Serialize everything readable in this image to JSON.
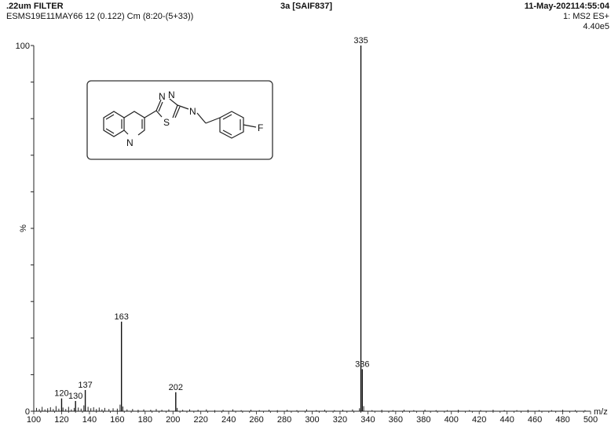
{
  "header": {
    "left_title": ".22um FILTER",
    "scan_info": "ESMS19E11MAY66 12 (0.122) Cm (8:20-(5+33))",
    "sample_id": "3a [SAIF837]",
    "date_time": "11-May-202114:55:04",
    "mode": "1: MS2 ES+",
    "intensity": "4.40e5"
  },
  "structure": {
    "atoms": [
      "N",
      "N",
      "N",
      "S",
      "N",
      "F"
    ]
  },
  "chart_data": {
    "type": "bar",
    "title": "",
    "xlabel": "m/z",
    "ylabel": "%",
    "xlim": [
      100,
      500
    ],
    "ylim": [
      0,
      100
    ],
    "x_ticks": [
      100,
      120,
      140,
      160,
      180,
      200,
      220,
      240,
      260,
      280,
      300,
      320,
      340,
      360,
      380,
      400,
      420,
      440,
      460,
      480,
      500
    ],
    "y_ticks": [
      0,
      100
    ],
    "grid": false,
    "labeled_peaks": [
      {
        "mz": 120,
        "intensity": 3.5,
        "label": "120"
      },
      {
        "mz": 130,
        "intensity": 2.8,
        "label": "130"
      },
      {
        "mz": 137,
        "intensity": 5.8,
        "label": "137"
      },
      {
        "mz": 163,
        "intensity": 24.5,
        "label": "163"
      },
      {
        "mz": 202,
        "intensity": 5.2,
        "label": "202"
      },
      {
        "mz": 335,
        "intensity": 100,
        "label": "335"
      },
      {
        "mz": 336,
        "intensity": 11.5,
        "label": "336"
      }
    ],
    "minor_peaks": [
      {
        "mz": 102,
        "intensity": 0.9
      },
      {
        "mz": 104,
        "intensity": 0.6
      },
      {
        "mz": 106,
        "intensity": 1.2
      },
      {
        "mz": 108,
        "intensity": 0.5
      },
      {
        "mz": 110,
        "intensity": 0.8
      },
      {
        "mz": 112,
        "intensity": 1.1
      },
      {
        "mz": 114,
        "intensity": 0.6
      },
      {
        "mz": 116,
        "intensity": 1.4
      },
      {
        "mz": 118,
        "intensity": 0.7
      },
      {
        "mz": 121,
        "intensity": 1.0
      },
      {
        "mz": 123,
        "intensity": 0.6
      },
      {
        "mz": 125,
        "intensity": 1.2
      },
      {
        "mz": 127,
        "intensity": 0.5
      },
      {
        "mz": 129,
        "intensity": 0.9
      },
      {
        "mz": 132,
        "intensity": 1.0
      },
      {
        "mz": 134,
        "intensity": 0.7
      },
      {
        "mz": 136,
        "intensity": 1.6
      },
      {
        "mz": 139,
        "intensity": 1.2
      },
      {
        "mz": 141,
        "intensity": 0.8
      },
      {
        "mz": 143,
        "intensity": 1.1
      },
      {
        "mz": 145,
        "intensity": 0.6
      },
      {
        "mz": 147,
        "intensity": 1.0
      },
      {
        "mz": 149,
        "intensity": 0.5
      },
      {
        "mz": 151,
        "intensity": 0.9
      },
      {
        "mz": 154,
        "intensity": 0.6
      },
      {
        "mz": 157,
        "intensity": 0.8
      },
      {
        "mz": 160,
        "intensity": 0.7
      },
      {
        "mz": 162,
        "intensity": 1.8
      },
      {
        "mz": 164,
        "intensity": 1.3
      },
      {
        "mz": 167,
        "intensity": 0.5
      },
      {
        "mz": 171,
        "intensity": 0.6
      },
      {
        "mz": 175,
        "intensity": 0.4
      },
      {
        "mz": 179,
        "intensity": 0.5
      },
      {
        "mz": 184,
        "intensity": 0.4
      },
      {
        "mz": 188,
        "intensity": 0.6
      },
      {
        "mz": 192,
        "intensity": 0.4
      },
      {
        "mz": 197,
        "intensity": 0.5
      },
      {
        "mz": 203,
        "intensity": 0.9
      },
      {
        "mz": 207,
        "intensity": 0.4
      },
      {
        "mz": 212,
        "intensity": 0.5
      },
      {
        "mz": 218,
        "intensity": 0.4
      },
      {
        "mz": 224,
        "intensity": 0.5
      },
      {
        "mz": 230,
        "intensity": 0.3
      },
      {
        "mz": 236,
        "intensity": 0.4
      },
      {
        "mz": 243,
        "intensity": 0.5
      },
      {
        "mz": 249,
        "intensity": 0.3
      },
      {
        "mz": 256,
        "intensity": 0.4
      },
      {
        "mz": 262,
        "intensity": 0.3
      },
      {
        "mz": 269,
        "intensity": 0.4
      },
      {
        "mz": 275,
        "intensity": 0.3
      },
      {
        "mz": 282,
        "intensity": 0.4
      },
      {
        "mz": 289,
        "intensity": 0.3
      },
      {
        "mz": 296,
        "intensity": 0.5
      },
      {
        "mz": 303,
        "intensity": 0.3
      },
      {
        "mz": 309,
        "intensity": 0.4
      },
      {
        "mz": 316,
        "intensity": 0.3
      },
      {
        "mz": 322,
        "intensity": 0.4
      },
      {
        "mz": 329,
        "intensity": 0.5
      },
      {
        "mz": 334,
        "intensity": 0.8
      },
      {
        "mz": 337,
        "intensity": 1.4
      },
      {
        "mz": 343,
        "intensity": 0.3
      },
      {
        "mz": 350,
        "intensity": 0.4
      },
      {
        "mz": 358,
        "intensity": 0.3
      },
      {
        "mz": 366,
        "intensity": 0.4
      },
      {
        "mz": 373,
        "intensity": 0.3
      },
      {
        "mz": 381,
        "intensity": 0.4
      },
      {
        "mz": 389,
        "intensity": 0.3
      },
      {
        "mz": 397,
        "intensity": 0.3
      },
      {
        "mz": 405,
        "intensity": 0.4
      },
      {
        "mz": 413,
        "intensity": 0.3
      },
      {
        "mz": 421,
        "intensity": 0.3
      },
      {
        "mz": 430,
        "intensity": 0.4
      },
      {
        "mz": 438,
        "intensity": 0.3
      },
      {
        "mz": 447,
        "intensity": 0.3
      },
      {
        "mz": 455,
        "intensity": 0.4
      },
      {
        "mz": 463,
        "intensity": 0.3
      },
      {
        "mz": 472,
        "intensity": 0.3
      },
      {
        "mz": 480,
        "intensity": 0.4
      },
      {
        "mz": 489,
        "intensity": 0.3
      },
      {
        "mz": 496,
        "intensity": 0.3
      }
    ]
  }
}
